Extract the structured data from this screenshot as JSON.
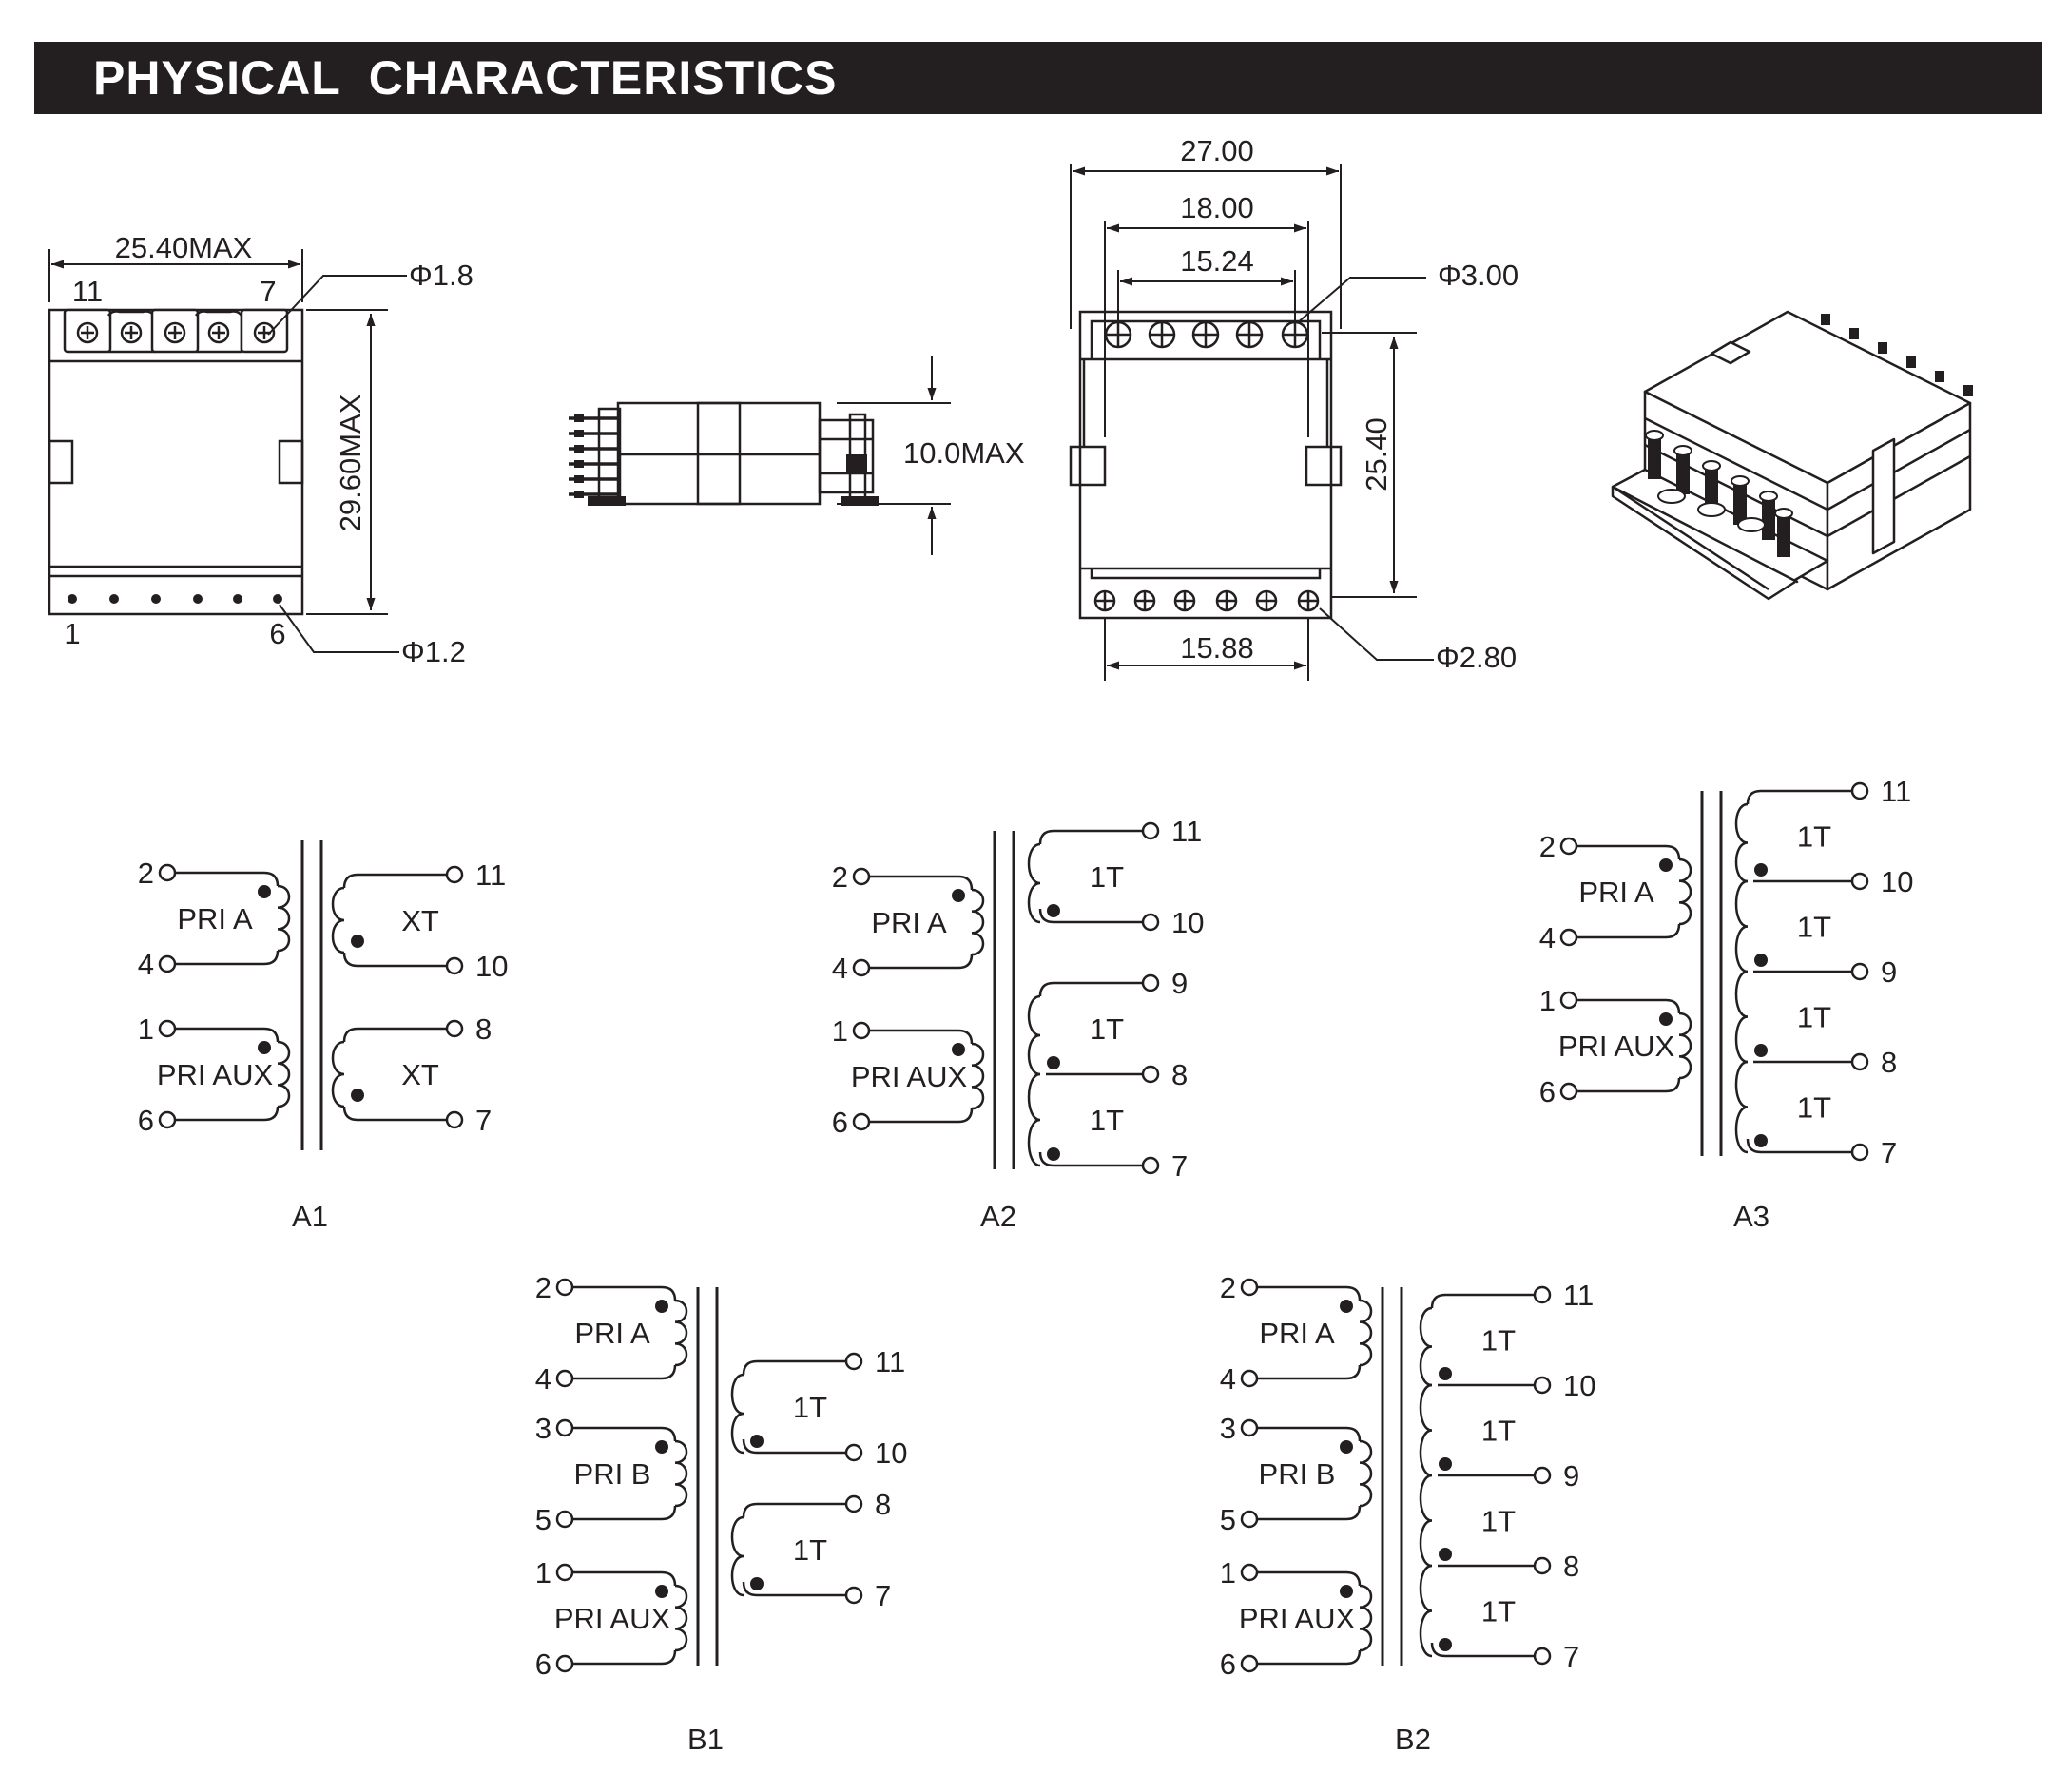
{
  "header": {
    "title": "PHYSICAL  CHARACTERISTICS"
  },
  "top_view": {
    "width_label": "25.40MAX",
    "height_label": "29.60MAX",
    "pin_left_top": "11",
    "pin_right_top": "7",
    "pin_left_bottom": "1",
    "pin_right_bottom": "6",
    "hole_top_label": "Φ1.8",
    "hole_bottom_label": "Φ1.2"
  },
  "side_view": {
    "height_label": "10.0MAX"
  },
  "footprint": {
    "dim_overall": "27.00",
    "dim_inner": "18.00",
    "dim_pitch_top": "15.24",
    "dim_vertical": "25.40",
    "dim_pitch_bottom": "15.88",
    "hole_top_label": "Φ3.00",
    "hole_bottom_label": "Φ2.80"
  },
  "schematics": {
    "A1": {
      "caption": "A1",
      "primaries": [
        {
          "name": "PRI A",
          "top": "2",
          "bottom": "4"
        },
        {
          "name": "PRI AUX",
          "top": "1",
          "bottom": "6"
        }
      ],
      "secondaries": [
        {
          "name": "XT",
          "top": "11",
          "bottom": "10"
        },
        {
          "name": "XT",
          "top": "8",
          "bottom": "7"
        }
      ]
    },
    "A2": {
      "caption": "A2",
      "primaries": [
        {
          "name": "PRI A",
          "top": "2",
          "bottom": "4"
        },
        {
          "name": "PRI AUX",
          "top": "1",
          "bottom": "6"
        }
      ],
      "secondary_groups": [
        {
          "turns": [
            "1T"
          ],
          "pins": [
            "11",
            "10"
          ]
        },
        {
          "turns": [
            "1T",
            "1T"
          ],
          "pins": [
            "9",
            "8",
            "7"
          ]
        }
      ]
    },
    "A3": {
      "caption": "A3",
      "primaries": [
        {
          "name": "PRI A",
          "top": "2",
          "bottom": "4"
        },
        {
          "name": "PRI AUX",
          "top": "1",
          "bottom": "6"
        }
      ],
      "secondary_groups": [
        {
          "turns": [
            "1T",
            "1T",
            "1T",
            "1T"
          ],
          "pins": [
            "11",
            "10",
            "9",
            "8",
            "7"
          ]
        }
      ]
    },
    "B1": {
      "caption": "B1",
      "primaries": [
        {
          "name": "PRI A",
          "top": "2",
          "bottom": "4"
        },
        {
          "name": "PRI B",
          "top": "3",
          "bottom": "5"
        },
        {
          "name": "PRI AUX",
          "top": "1",
          "bottom": "6"
        }
      ],
      "secondary_groups": [
        {
          "turns": [
            "1T"
          ],
          "pins": [
            "11",
            "10"
          ]
        },
        {
          "turns": [
            "1T"
          ],
          "pins": [
            "8",
            "7"
          ]
        }
      ]
    },
    "B2": {
      "caption": "B2",
      "primaries": [
        {
          "name": "PRI A",
          "top": "2",
          "bottom": "4"
        },
        {
          "name": "PRI B",
          "top": "3",
          "bottom": "5"
        },
        {
          "name": "PRI AUX",
          "top": "1",
          "bottom": "6"
        }
      ],
      "secondary_groups": [
        {
          "turns": [
            "1T",
            "1T",
            "1T",
            "1T"
          ],
          "pins": [
            "11",
            "10",
            "9",
            "8",
            "7"
          ]
        }
      ]
    }
  }
}
